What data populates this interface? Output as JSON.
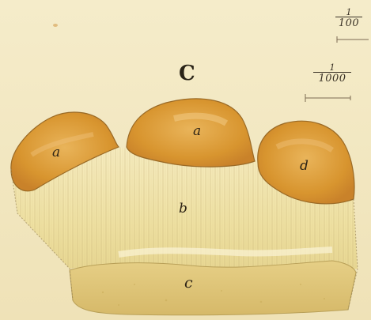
{
  "figure": {
    "letter": "C"
  },
  "scales": {
    "fine": {
      "numerator": "1",
      "denominator": "100"
    },
    "coarse": {
      "numerator": "1",
      "denominator": "1000"
    }
  },
  "labels": {
    "a_center": "a",
    "a_left": "a",
    "d_right": "d",
    "b_middle": "b",
    "c_bottom": "c"
  },
  "colors": {
    "paper": "#f3e9c6",
    "upper_layer": "#d9962e",
    "middle_layer": "#efe3a8",
    "lower_layer": "#dcc277"
  }
}
